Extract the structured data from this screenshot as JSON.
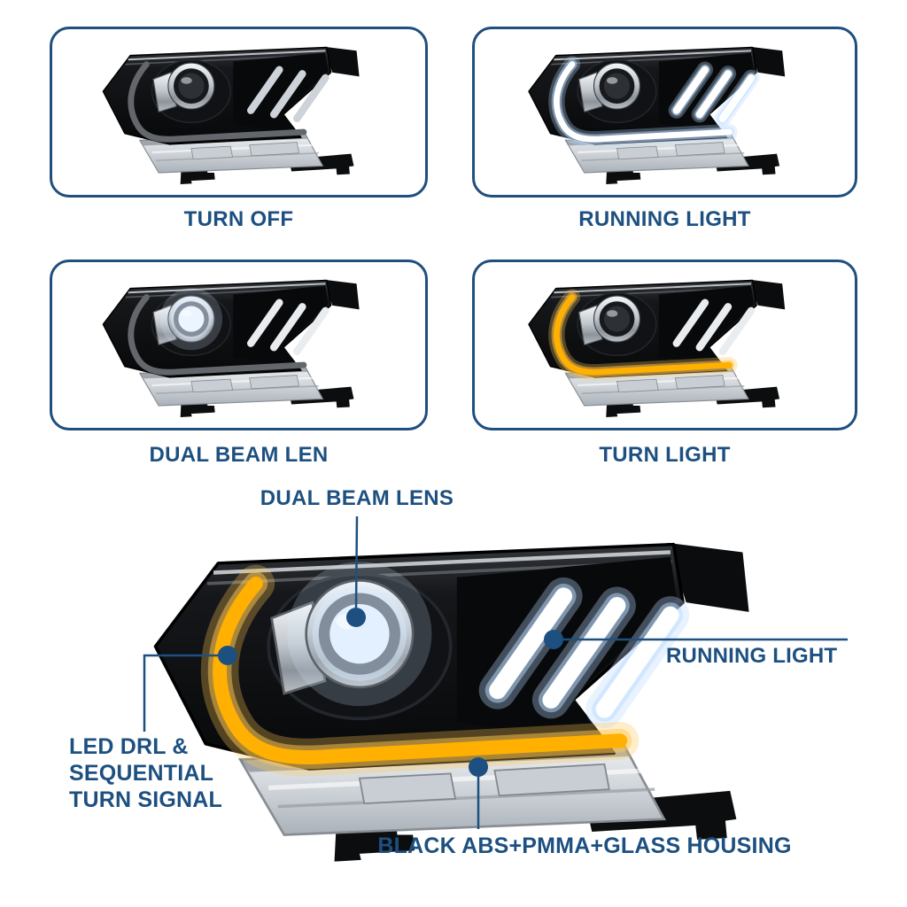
{
  "page": {
    "background_color": "#ffffff",
    "accent_text_color": "#1d5080",
    "frame_border_color": "#1f4e7f"
  },
  "mode_cards": [
    {
      "id": "turn-off",
      "label": "TURN OFF"
    },
    {
      "id": "running-light",
      "label": "RUNNING LIGHT"
    },
    {
      "id": "dual-beam-len",
      "label": "DUAL BEAM LEN"
    },
    {
      "id": "turn-light",
      "label": "TURN LIGHT"
    }
  ],
  "feature_callouts": {
    "dual_beam_lens": "DUAL BEAM LENS",
    "running_light": "RUNNING LIGHT",
    "led_drl": "LED DRL &\nSEQUENTIAL\nTURN SIGNAL",
    "housing": "BLACK ABS+PMMA+GLASS HOUSING"
  },
  "product_colors": {
    "amber_turn_signal": "#ffb000",
    "white_led": "#ffffff",
    "housing_black": "#0b0c0d"
  }
}
